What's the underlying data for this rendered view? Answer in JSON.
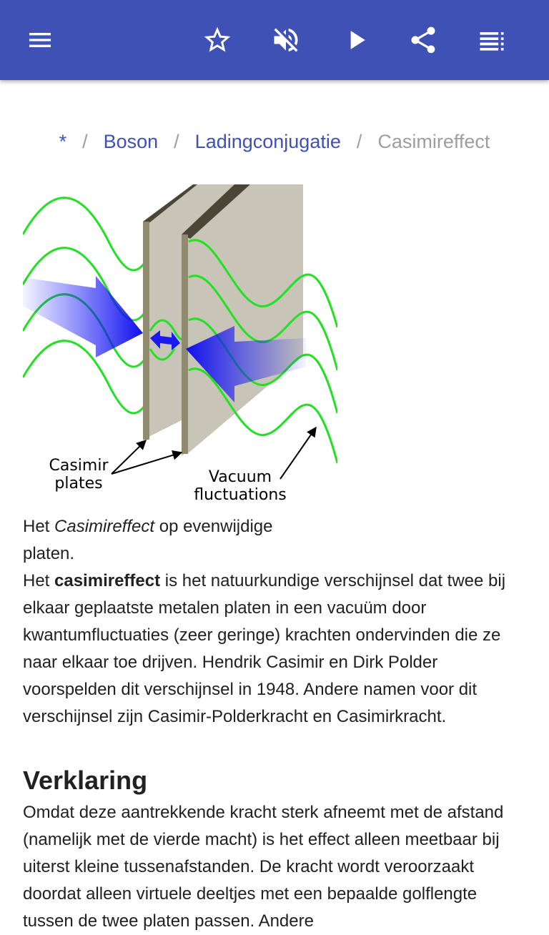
{
  "appbar": {
    "color": "#3F51B5",
    "icons": [
      "menu-icon",
      "star-icon",
      "volume-off-icon",
      "play-icon",
      "share-icon",
      "playlist-icon"
    ]
  },
  "breadcrumb": {
    "items": [
      "*",
      "Boson",
      "Ladingconjugatie"
    ],
    "separator": "/",
    "current": "Casimireffect"
  },
  "figure": {
    "label_plates_1": "Casimir",
    "label_plates_2": "plates",
    "label_vacuum_1": "Vacuum",
    "label_vacuum_2": "fluctuations"
  },
  "caption": {
    "pre": "Het ",
    "em": "Casimireffect",
    "post": " op evenwijdige platen."
  },
  "article": {
    "intro_pre": "Het ",
    "intro_bold": "casimireffect",
    "intro_post": " is het natuurkundige verschijnsel dat twee bij elkaar geplaatste metalen platen in een vacuüm door kwantumfluctuaties (zeer geringe) krachten ondervinden die ze naar elkaar toe drijven. Hendrik Casimir en Dirk Polder voorspelden dit verschijnsel in 1948. Andere namen voor dit verschijnsel zijn Casimir-Polderkracht en Casimirkracht.",
    "section_title": "Verklaring",
    "section_text": "Omdat deze aantrekkende kracht sterk afneemt met de afstand (namelijk met de vierde macht) is het effect alleen meetbaar bij uiterst kleine tussenafstanden. De kracht wordt veroorzaakt doordat alleen virtuele deeltjes met een bepaalde golflengte tussen de twee platen passen. Andere"
  }
}
